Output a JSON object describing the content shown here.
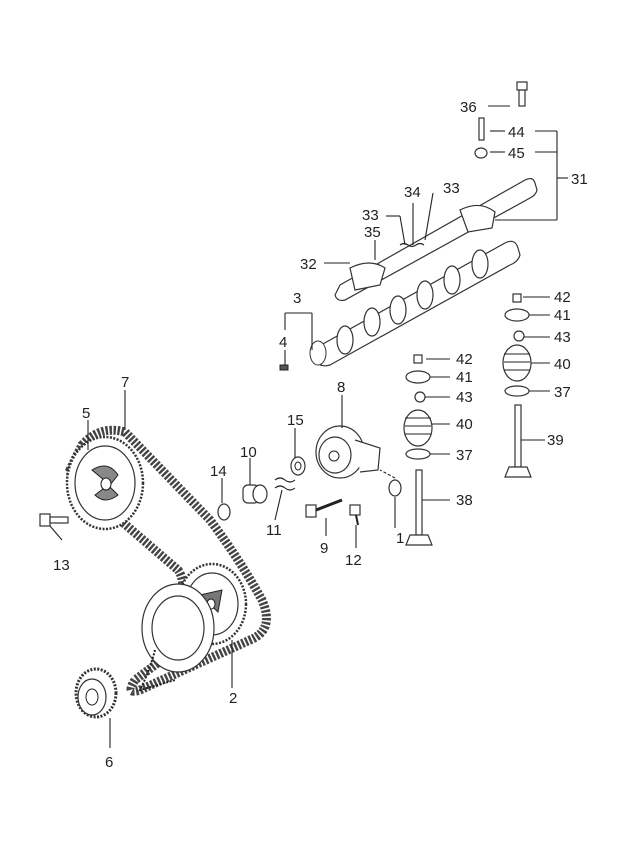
{
  "labels": {
    "p1": "1",
    "p2": "2",
    "p3": "3",
    "p4": "4",
    "p5": "5",
    "p6": "6",
    "p7": "7",
    "p8": "8",
    "p9": "9",
    "p10": "10",
    "p11": "11",
    "p12": "12",
    "p13": "13",
    "p14": "14",
    "p15": "15",
    "p31": "31",
    "p32": "32",
    "p33a": "33",
    "p33b": "33",
    "p34": "34",
    "p35": "35",
    "p36": "36",
    "p37a": "37",
    "p37b": "37",
    "p38": "38",
    "p39": "39",
    "p40a": "40",
    "p40b": "40",
    "p41a": "41",
    "p41b": "41",
    "p42a": "42",
    "p42b": "42",
    "p43a": "43",
    "p43b": "43",
    "p44": "44",
    "p45": "45"
  }
}
